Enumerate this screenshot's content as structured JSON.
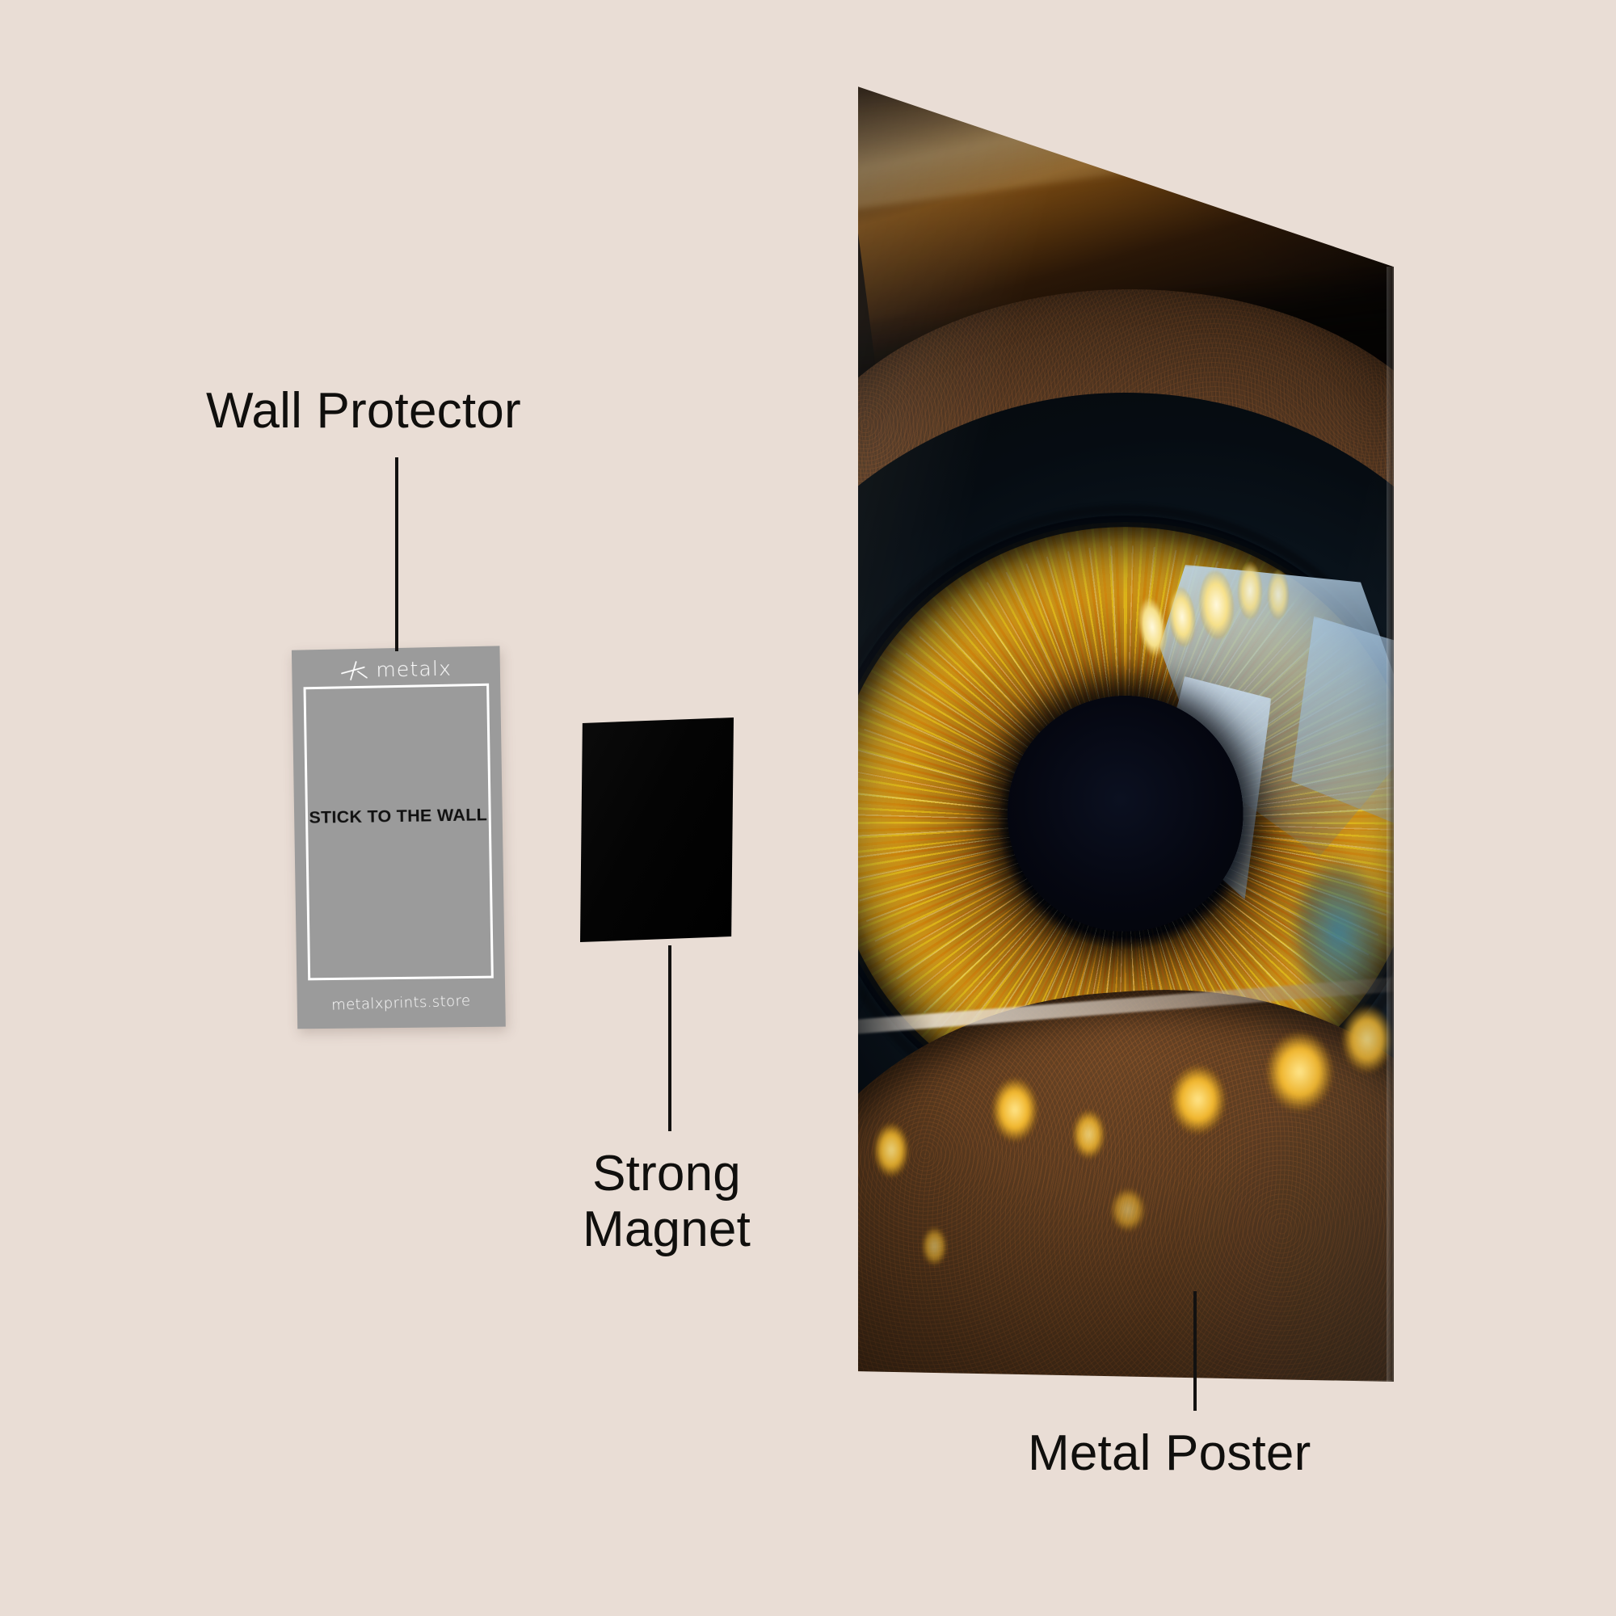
{
  "page": {
    "background_color": "#e9ddd5",
    "text_color": "#100f0d"
  },
  "callouts": [
    {
      "id": "wall-protector",
      "label": "Wall Protector"
    },
    {
      "id": "strong-magnet",
      "label": "Strong\nMagnet"
    },
    {
      "id": "metal-poster",
      "label": "Metal Poster"
    }
  ],
  "wall_protector": {
    "brand": "metalx",
    "logo_icon": "metalx-cross-icon",
    "headline": "STICK TO THE WALL",
    "url": "metalxprints.store",
    "card_color": "#9b9b9b",
    "border_color": "#ffffff",
    "headline_color": "#111111"
  },
  "magnet": {
    "name": "Strong Magnet",
    "color": "#000000"
  },
  "metal_poster": {
    "name": "Metal Poster",
    "artwork": "macro-eye-golden-iris",
    "accent_color": "#f2bb2c",
    "pupil_color": "#05070f",
    "reflection_color": "#bed7eb"
  }
}
